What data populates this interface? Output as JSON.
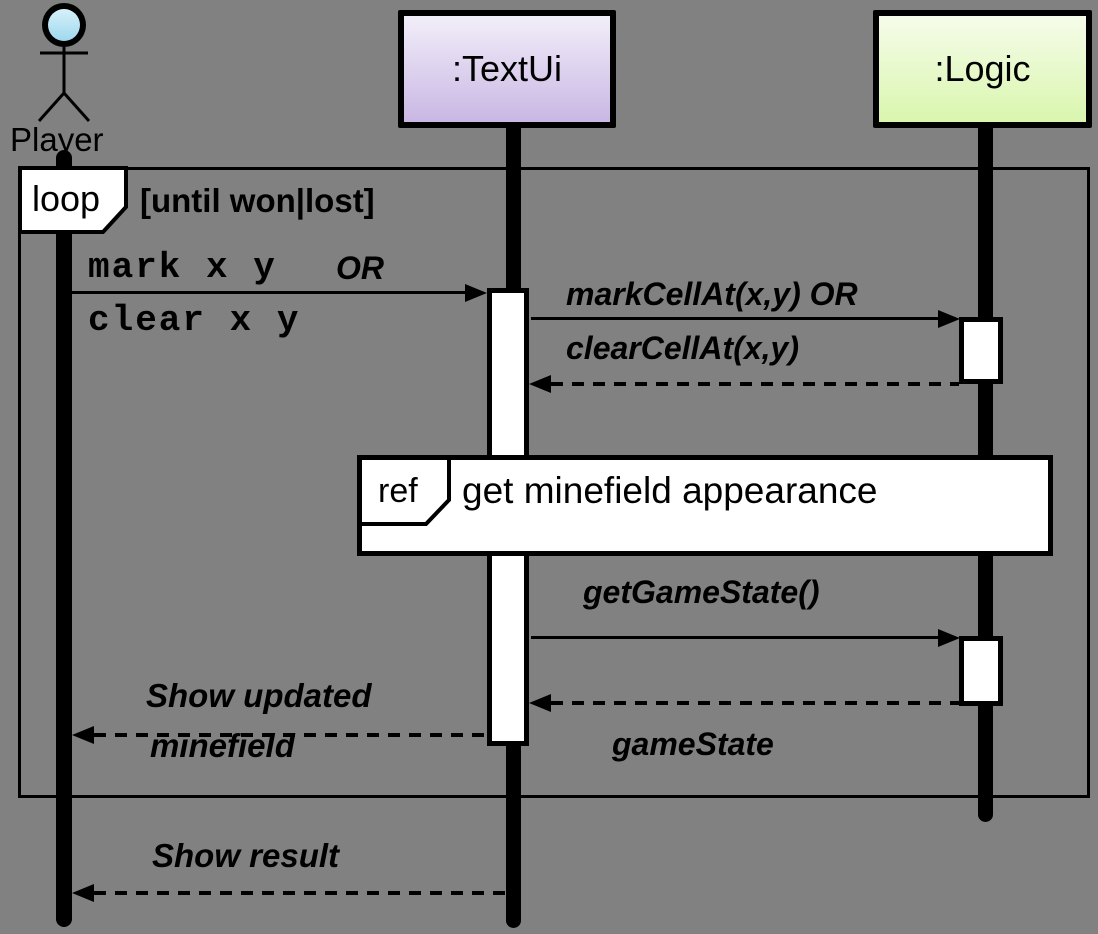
{
  "colors": {
    "background": "#818181",
    "line_color": "#000000",
    "box_fill": "#ffffff",
    "textui_top": "#f2eef9",
    "textui_bottom": "#c9b7e4",
    "logic_top": "#f6fcea",
    "logic_bottom": "#d9f6ae",
    "actor_head_top": "#d6f1fa",
    "actor_head_bottom": "#9ed8ed"
  },
  "actor": {
    "name": "Player"
  },
  "participants": [
    {
      "label": ":TextUi"
    },
    {
      "label": ":Logic"
    }
  ],
  "loop_frame": {
    "operator": "loop",
    "guard": "[until won|lost]"
  },
  "ref_fragment": {
    "operator": "ref",
    "label": "get minefield appearance"
  },
  "messages": {
    "player_command_line1": "mark x y",
    "player_command_or": "OR",
    "player_command_line2": "clear x y",
    "cell_call_line1": "markCellAt(x,y) OR",
    "cell_call_line2": "clearCellAt(x,y)",
    "get_game_state": "getGameState()",
    "game_state_return": "gameState",
    "show_updated_line1": "Show updated",
    "show_updated_line2": "minefield",
    "show_result": "Show result"
  }
}
